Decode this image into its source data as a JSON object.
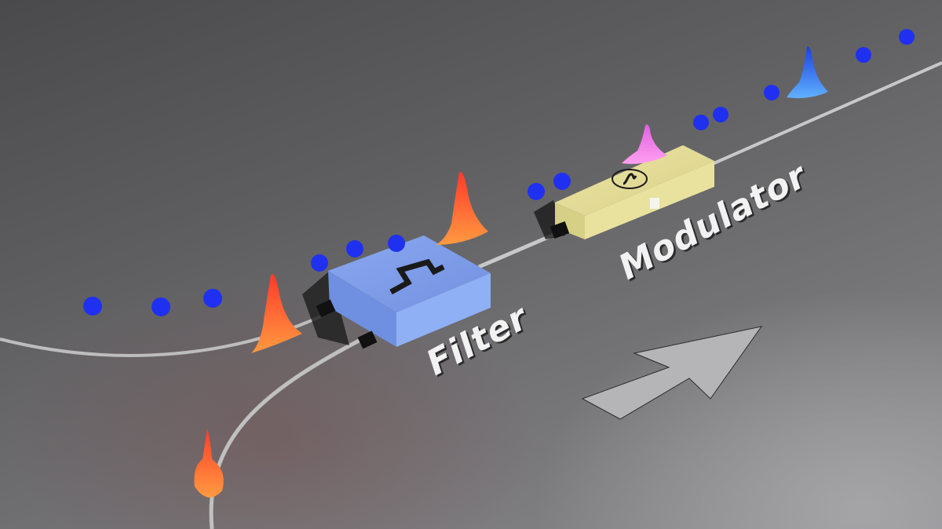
{
  "scene": {
    "labels": {
      "filter": "Filter",
      "modulator": "Modulator"
    },
    "components": [
      {
        "name": "filter-box",
        "color": "#7f9ee6",
        "icon": "square-wave-icon"
      },
      {
        "name": "modulator-box",
        "color": "#ddd58f",
        "icon": "sine-wave-icon"
      }
    ],
    "colors": {
      "photon_dot": "#1f2cf0",
      "pulse_orange": "#ff6a2a",
      "pulse_pink": "#f07ae0",
      "pulse_blue": "#2a70f0",
      "fiber": "#c8c8c8",
      "arrow": "#b7b7ba"
    }
  }
}
